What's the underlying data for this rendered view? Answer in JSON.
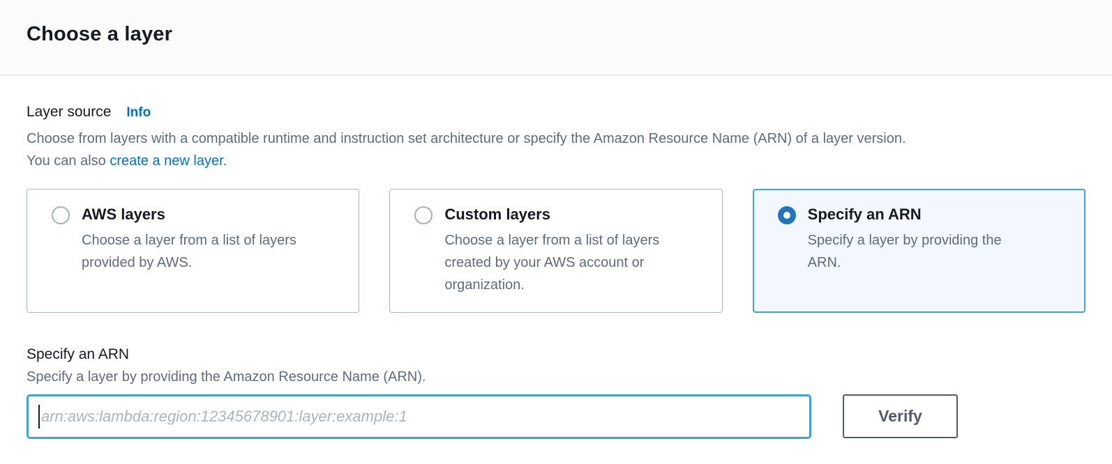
{
  "header": {
    "title": "Choose a layer"
  },
  "layer_source": {
    "label": "Layer source",
    "info_link": "Info",
    "description": "Choose from layers with a compatible runtime and instruction set architecture or specify the Amazon Resource Name (ARN) of a layer version. You can also ",
    "create_layer_link": "create a new layer.",
    "options": [
      {
        "title": "AWS layers",
        "description": "Choose a layer from a list of layers provided by AWS.",
        "selected": false
      },
      {
        "title": "Custom layers",
        "description": "Choose a layer from a list of layers created by your AWS account or organization.",
        "selected": false
      },
      {
        "title": "Specify an ARN",
        "description": "Specify a layer by providing the ARN.",
        "selected": true
      }
    ]
  },
  "arn_section": {
    "label": "Specify an ARN",
    "description": "Specify a layer by providing the Amazon Resource Name (ARN).",
    "input_value": "",
    "input_placeholder": "arn:aws:lambda:region:12345678901:layer:example:1",
    "verify_button": "Verify"
  },
  "colors": {
    "link_blue": "#0073bb",
    "radio_selected_blue": "#2374bb",
    "selected_card_border": "#44a2d3",
    "selected_card_background": "#f2f8fd",
    "button_gray": "#545b64",
    "secondary_text": "#5f6b7a"
  }
}
